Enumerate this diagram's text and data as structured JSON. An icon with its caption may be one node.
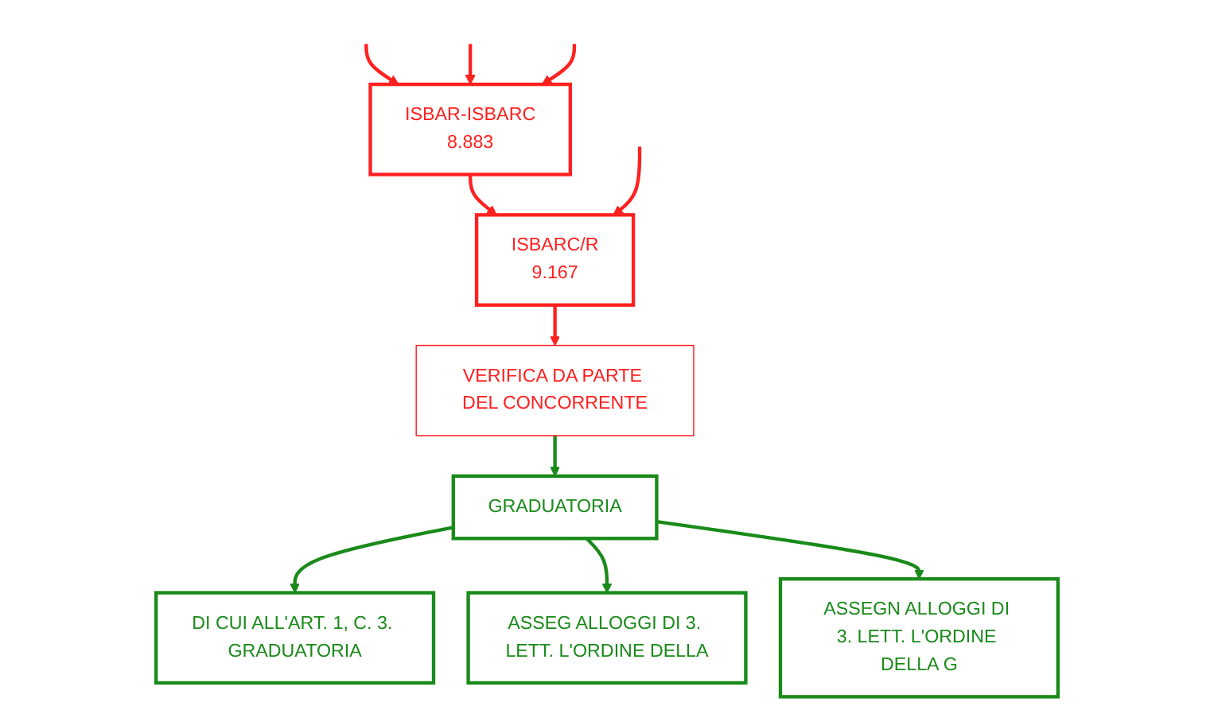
{
  "diagram": {
    "nodes": [
      {
        "text": [
          "ISBAR-ISBARC",
          "8.883"
        ]
      },
      {
        "text": [
          "ISBARC/R",
          "9.167"
        ]
      },
      {
        "text": [
          "VERIFICA DA PARTE DEL CONCORRENTE"
        ]
      },
      {
        "text": [
          "GRADUATORIA"
        ]
      },
      {
        "text": [
          "DI CUI ALL'ART. 1, C. 3. GRADUATORIA"
        ]
      },
      {
        "text": [
          "ASSEG ALLOGGI DI 3. LETT. L'ORDINE DELLA"
        ]
      },
      {
        "text": [
          "ASSEGN ALLOGGI DI 3. LETT. L'ORDINE DELLA G"
        ]
      }
    ],
    "edges": [
      {
        "from": null,
        "to": 0,
        "arrow": "to"
      },
      {
        "from": null,
        "to": 0,
        "arrow": "to"
      },
      {
        "from": null,
        "to": 0,
        "arrow": "to"
      },
      {
        "from": 0,
        "to": 1,
        "arrow": "to"
      },
      {
        "from": null,
        "to": 1,
        "arrow": "to"
      },
      {
        "from": 1,
        "to": 2,
        "arrow": "to"
      },
      {
        "from": 2,
        "to": 3,
        "arrow": "to",
        "color": "#1a8a1a"
      },
      {
        "from": 3,
        "to": 4,
        "arrow": "to",
        "color": "#1a8a1a"
      },
      {
        "from": 3,
        "to": 5,
        "arrow": "to",
        "color": "#1a8a1a"
      },
      {
        "from": 3,
        "to": 6,
        "arrow": "to",
        "color": "#1a8a1a"
      }
    ]
  }
}
